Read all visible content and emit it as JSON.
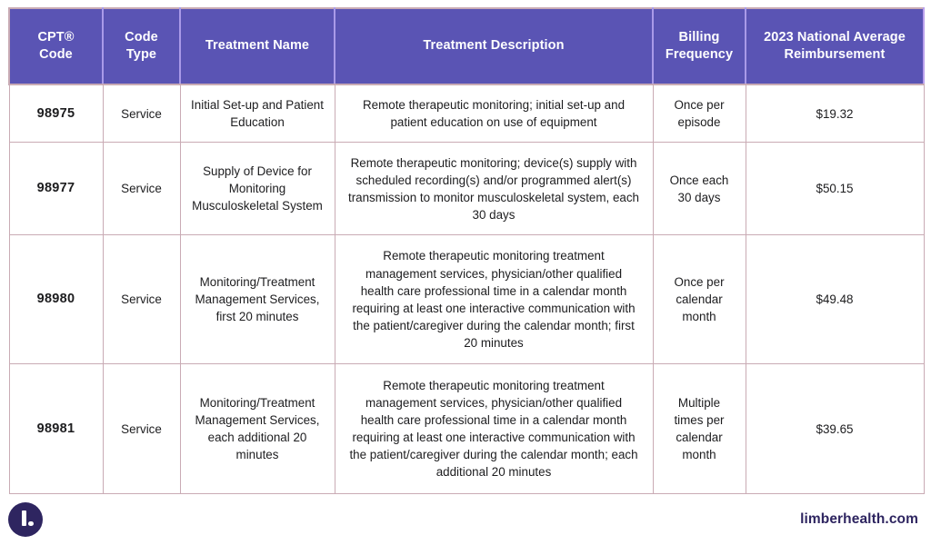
{
  "table": {
    "columns": [
      {
        "key": "code",
        "label": "CPT®\nCode"
      },
      {
        "key": "type",
        "label": "Code\nType"
      },
      {
        "key": "name",
        "label": "Treatment Name"
      },
      {
        "key": "desc",
        "label": "Treatment Description"
      },
      {
        "key": "freq",
        "label": "Billing\nFrequency"
      },
      {
        "key": "reimb",
        "label": "2023 National Average\nReimbursement"
      }
    ],
    "header_labels": {
      "code_line1": "CPT®",
      "code_line2": "Code",
      "type_line1": "Code",
      "type_line2": "Type",
      "name": "Treatment Name",
      "desc": "Treatment Description",
      "freq_line1": "Billing",
      "freq_line2": "Frequency",
      "reimb_line1": "2023 National Average",
      "reimb_line2": "Reimbursement"
    },
    "rows": [
      {
        "code": "98975",
        "type": "Service",
        "name": "Initial Set-up and Patient Education",
        "desc": "Remote therapeutic monitoring; initial set-up and patient education on use of equipment",
        "freq": "Once per episode",
        "reimb": "$19.32"
      },
      {
        "code": "98977",
        "type": "Service",
        "name": "Supply of Device for Monitoring Musculoskeletal System",
        "desc": "Remote therapeutic monitoring; device(s) supply with scheduled recording(s) and/or programmed alert(s) transmission to monitor musculoskeletal system, each 30 days",
        "freq": "Once each 30 days",
        "reimb": "$50.15"
      },
      {
        "code": "98980",
        "type": "Service",
        "name": "Monitoring/Treatment Management Services, first 20 minutes",
        "desc": "Remote therapeutic monitoring treatment management services, physician/other qualified health care professional time in a calendar month requiring at least one interactive communication with the patient/caregiver during the calendar month; first 20 minutes",
        "freq": "Once per calendar month",
        "reimb": "$49.48"
      },
      {
        "code": "98981",
        "type": "Service",
        "name": "Monitoring/Treatment Management Services, each additional 20 minutes",
        "desc": "Remote therapeutic monitoring treatment management services, physician/other qualified health care professional time in a calendar month requiring at least one interactive communication with the patient/caregiver during the calendar month; each additional 20 minutes",
        "freq": "Multiple times per calendar month",
        "reimb": "$39.65"
      }
    ]
  },
  "footer": {
    "logo_name": "limber-health-logo",
    "website": "limberhealth.com"
  },
  "colors": {
    "header_bg": "#5a54b4",
    "header_divider": "#a99ae8",
    "body_border": "#c9abb4",
    "brand_navy": "#2e2560",
    "text": "#1d1d1f",
    "page_bg": "#ffffff"
  }
}
